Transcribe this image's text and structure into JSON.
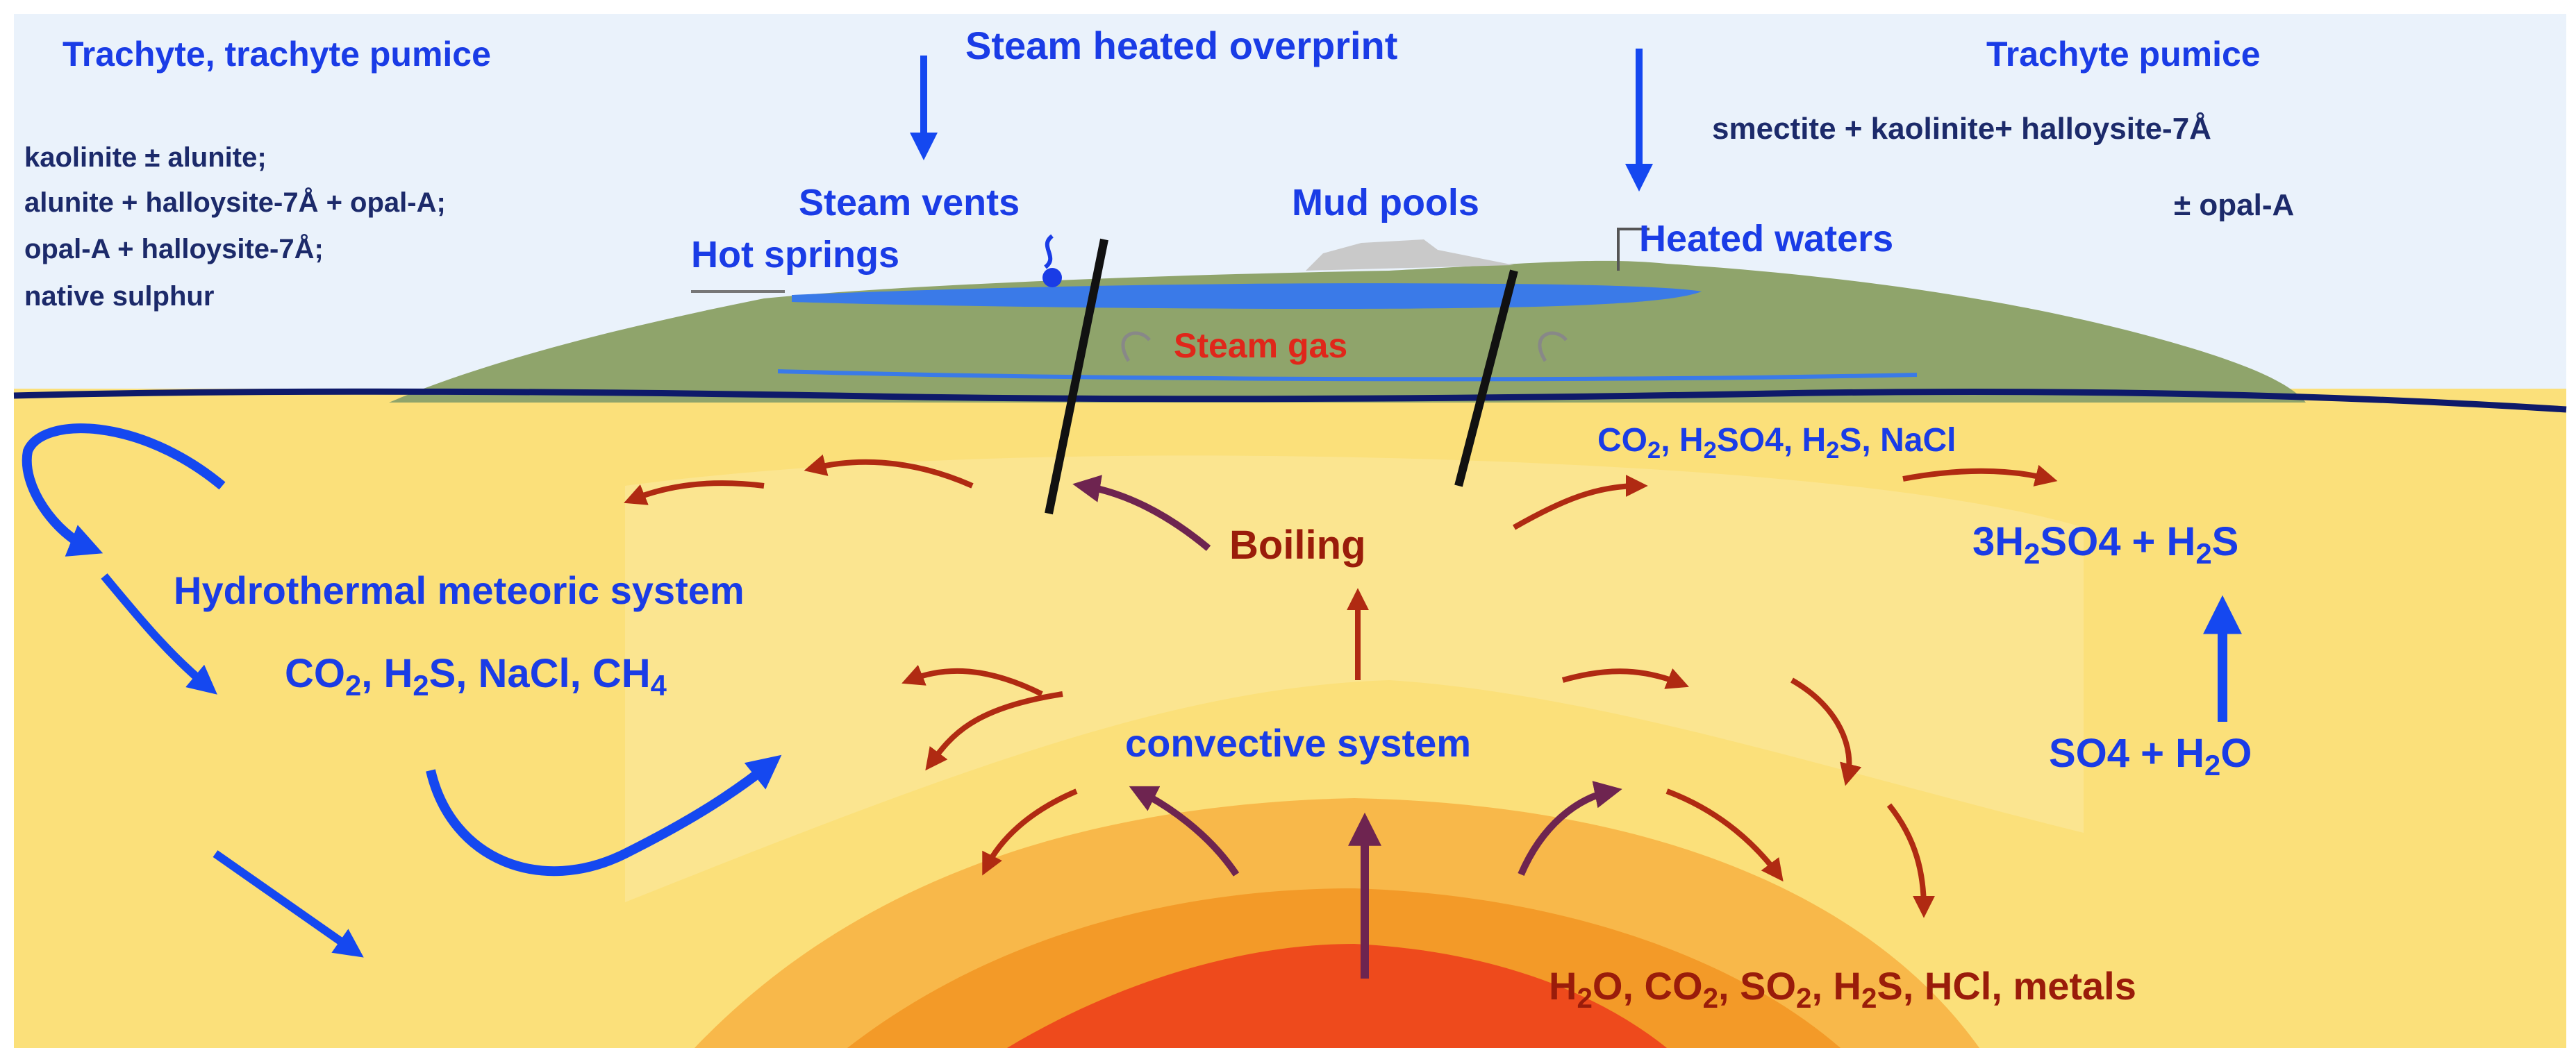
{
  "top_left": {
    "title": "Trachyte, trachyte pumice",
    "minerals": [
      "kaolinite ± alunite;",
      "alunite + halloysite-7Å + opal-A;",
      "opal-A + halloysite-7Å;",
      "native sulphur"
    ]
  },
  "top_center": {
    "title": "Steam heated overprint"
  },
  "top_right": {
    "title": "Trachyte pumice",
    "minerals": [
      "smectite + kaolinite+ halloysite-7Å",
      "± opal-A"
    ]
  },
  "surface_features": {
    "steam_vents": "Steam vents",
    "hot_springs": "Hot springs",
    "mud_pools": "Mud pools",
    "heated_waters": "Heated waters",
    "steam_gas": "Steam gas"
  },
  "subsurface": {
    "hydrothermal_title": "Hydrothermal meteoric system",
    "hydrothermal_gases": {
      "co": "CO",
      "co_sub": "2",
      "h2s_h": ", H",
      "h2s_sub": "2",
      "h2s_s": "S, NaCl, CH",
      "ch4_sub": "4"
    },
    "boiling": "Boiling",
    "convective": "convective system",
    "upper_right_gases": {
      "a": "CO",
      "a_sub": "2",
      "b": ", H",
      "b_sub": "2",
      "c": "SO4, H",
      "c_sub": "2",
      "d": "S, NaCl"
    },
    "reaction_top": {
      "a": "3H",
      "a_sub": "2",
      "b": "SO4  +  H",
      "b_sub": "2",
      "c": "S"
    },
    "reaction_bottom": {
      "a": "SO4  +  H",
      "a_sub": "2",
      "b": "O"
    },
    "magma_gases": {
      "a": "H",
      "a_sub": "2",
      "b": "O, CO",
      "b_sub": "2",
      "c": ", SO",
      "c_sub": "2",
      "d": ", H",
      "d_sub": "2",
      "e": "S, HCl, metals"
    }
  },
  "colors": {
    "sky": "#eaf2fb",
    "hill": "#8fa46b",
    "crust": "#fbe07a",
    "magma_outer": "#f8b84a",
    "magma_mid": "#f39a28",
    "magma_core": "#ee4a1c",
    "blue_text": "#1a3ce6",
    "navy_text": "#1c2a6a",
    "dark_red": "#9a1c0a",
    "arrow_red": "#b02a12",
    "arrow_purple": "#6e2450",
    "arrow_blue": "#1548f0"
  }
}
